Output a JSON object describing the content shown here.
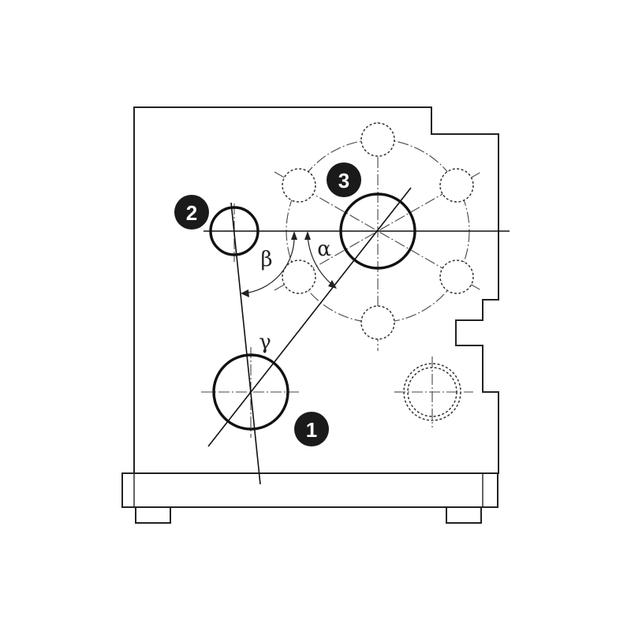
{
  "badges": {
    "one": "1",
    "two": "2",
    "three": "3"
  },
  "angles": {
    "alpha": "α",
    "beta": "β",
    "gamma": "γ"
  },
  "colors": {
    "line": "#222222",
    "badge_fill": "#1a1a1a",
    "badge_text": "#ffffff",
    "background": "#ffffff"
  }
}
